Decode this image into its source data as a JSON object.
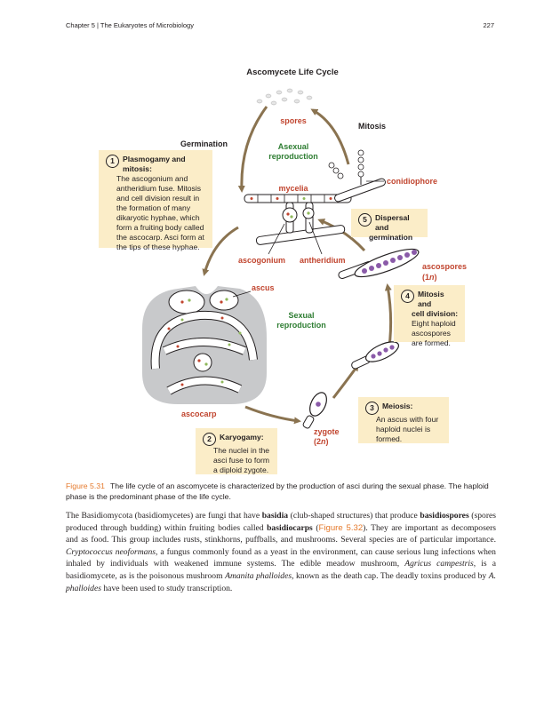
{
  "running_head": {
    "chapter": "Chapter 5 | The Eukaryotes of Microbiology",
    "page": "227"
  },
  "figure": {
    "title": "Ascomycete Life Cycle",
    "labels": {
      "spores": "spores",
      "mitosis": "Mitosis",
      "germination": "Germination",
      "asexual": [
        "Asexual",
        "reproduction"
      ],
      "mycelia": "mycelia",
      "conidiophore": "conidiophore",
      "ascogonium": "ascogonium",
      "antheridium": "antheridium",
      "ascospores": "ascospores",
      "ascospores_ploidy_open": "(1",
      "ascospores_ploidy_n": "n",
      "ascospores_ploidy_close": ")",
      "ascus": "ascus",
      "sexual": [
        "Sexual",
        "reproduction"
      ],
      "ascocarp": "ascocarp",
      "zygote": "zygote",
      "zygote_ploidy_open": "(2",
      "zygote_ploidy_n": "n",
      "zygote_ploidy_close": ")"
    },
    "steps": [
      {
        "num": "1",
        "title": "Plasmogamy and mitosis:",
        "lines": [
          "The ascogonium and",
          "antheridium fuse. Mitosis",
          "and cell division result in",
          "the formation of many",
          "dikaryotic hyphae, which",
          "form a fruiting body called",
          "the ascocarp. Asci form at",
          "the tips of these hyphae."
        ]
      },
      {
        "num": "2",
        "title": "Karyogamy:",
        "lines": [
          "The nuclei in the",
          "asci fuse to form",
          "a diploid zygote."
        ]
      },
      {
        "num": "3",
        "title": "Meiosis:",
        "lines": [
          "An ascus with four",
          "haploid nuclei is",
          "formed."
        ]
      },
      {
        "num": "4",
        "title": "Mitosis and",
        "title2": "cell division:",
        "lines": [
          "Eight haploid",
          "ascospores",
          "are formed."
        ]
      },
      {
        "num": "5",
        "title": "Dispersal and",
        "title2": "germination",
        "lines": []
      }
    ],
    "colors": {
      "arrow": "#8a7350",
      "label_red": "#c1452f",
      "label_green": "#2e7d32",
      "box_fill": "#fbedc8",
      "ascocarp_fill": "#c8c9cb",
      "nucleus_purple": "#8a5aa8",
      "nucleus_red": "#c1452f",
      "nucleus_green": "#8fb85a"
    }
  },
  "caption": {
    "label": "Figure 5.31",
    "text": "The life cycle of an ascomycete is characterized by the production of asci during the sexual phase. The haploid phase is the predominant phase of the life cycle."
  },
  "paragraph": {
    "p1": "The Basidiomycota (basidiomycetes) are fungi that have ",
    "b1": "basidia",
    "p2": " (club-shaped structures) that produce ",
    "b2": "basidiospores",
    "p3": " (spores produced through budding) within fruiting bodies called ",
    "b3": "basidiocarps",
    "p4": " (",
    "figref": "Figure 5.32",
    "p5": "). They are important as decomposers and as food. This group includes rusts, stinkhorns, puffballs, and mushrooms. Several species are of particular importance. ",
    "i1": "Cryptococcus neoformans",
    "p6": ", a fungus commonly found as a yeast in the environment, can cause serious lung infections when inhaled by individuals with weakened immune systems. The edible meadow mushroom, ",
    "i2": "Agricus campestris",
    "p7": ", is a basidiomycete, as is the poisonous mushroom ",
    "i3": "Amanita phalloides",
    "p8": ", known as the death cap. The deadly toxins produced by ",
    "i4": "A. phalloides",
    "p9": " have been used to study transcription."
  }
}
